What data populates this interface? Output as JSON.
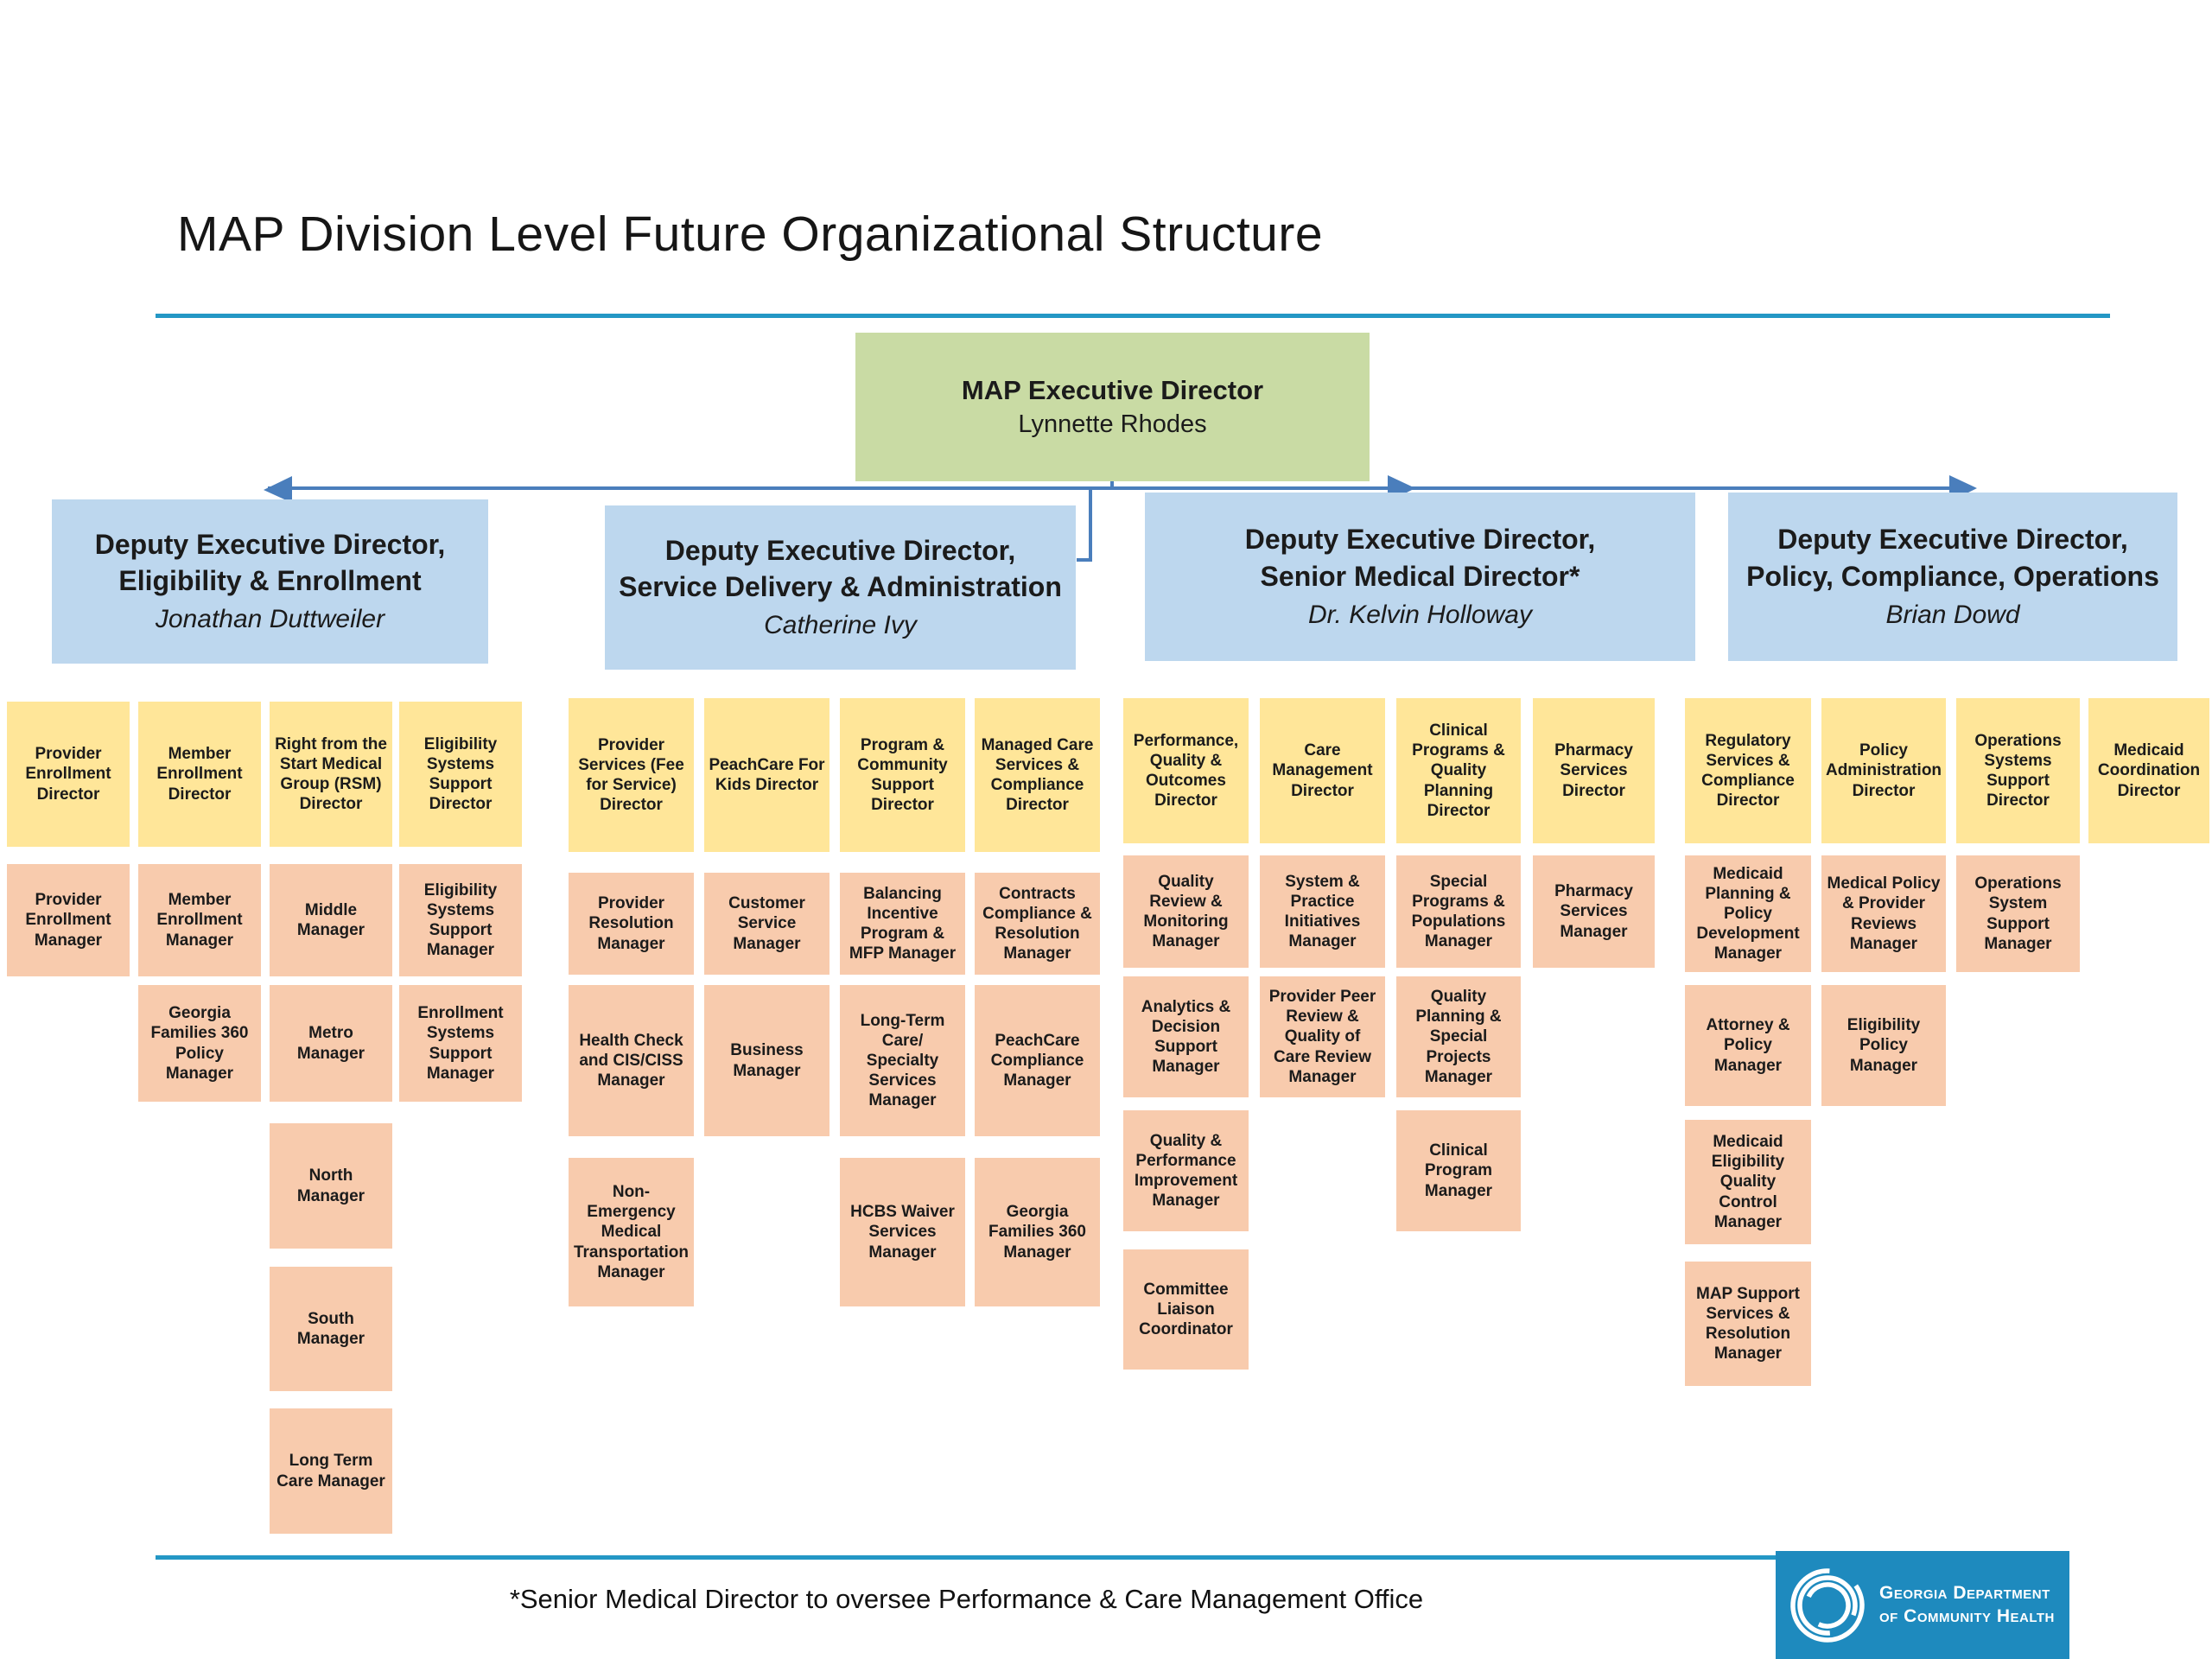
{
  "page": {
    "title": "MAP Division Level Future Organizational Structure",
    "footnote": "*Senior Medical Director to oversee Performance & Care Management Office"
  },
  "executive": {
    "role": "MAP Executive Director",
    "name": "Lynnette Rhodes"
  },
  "divisions": [
    {
      "head": {
        "line1": "Deputy Executive Director,",
        "line2": "Eligibility & Enrollment",
        "name": "Jonathan Duttweiler"
      },
      "boxes": [
        {
          "label": "Provider Enrollment Director"
        },
        {
          "label": "Member Enrollment Director"
        },
        {
          "label": "Right from the Start Medical Group (RSM) Director"
        },
        {
          "label": "Eligibility Systems Support Director"
        },
        {
          "label": "Provider Enrollment Manager"
        },
        {
          "label": "Member Enrollment Manager"
        },
        {
          "label": "Middle Manager"
        },
        {
          "label": "Eligibility Systems Support Manager"
        },
        {
          "label": "Georgia Families 360 Policy Manager"
        },
        {
          "label": "Metro Manager"
        },
        {
          "label": "Enrollment Systems Support Manager"
        },
        {
          "label": "North Manager"
        },
        {
          "label": "South Manager"
        },
        {
          "label": "Long Term Care Manager"
        }
      ]
    },
    {
      "head": {
        "line1": "Deputy Executive Director,",
        "line2": "Service Delivery & Administration",
        "name": "Catherine Ivy"
      },
      "boxes": [
        {
          "label": "Provider Services (Fee for Service) Director"
        },
        {
          "label": "PeachCare For Kids Director"
        },
        {
          "label": "Program & Community Support Director"
        },
        {
          "label": "Managed Care Services & Compliance Director"
        },
        {
          "label": "Provider Resolution Manager"
        },
        {
          "label": "Customer Service Manager"
        },
        {
          "label": "Balancing Incentive Program & MFP Manager"
        },
        {
          "label": "Contracts Compliance & Resolution Manager"
        },
        {
          "label": "Health Check and CIS/CISS Manager"
        },
        {
          "label": "Business Manager"
        },
        {
          "label": "Long-Term Care/ Specialty Services Manager"
        },
        {
          "label": "PeachCare Compliance Manager"
        },
        {
          "label": "Non-Emergency Medical Transportation Manager"
        },
        {
          "label": "HCBS Waiver Services Manager"
        },
        {
          "label": "Georgia Families 360 Manager"
        }
      ]
    },
    {
      "head": {
        "line1": "Deputy Executive Director,",
        "line2": "Senior Medical Director*",
        "name": "Dr. Kelvin Holloway"
      },
      "boxes": [
        {
          "label": "Performance, Quality & Outcomes Director"
        },
        {
          "label": "Care Management Director"
        },
        {
          "label": "Clinical Programs & Quality Planning Director"
        },
        {
          "label": "Pharmacy Services Director"
        },
        {
          "label": "Quality Review & Monitoring Manager"
        },
        {
          "label": "System & Practice Initiatives Manager"
        },
        {
          "label": "Special Programs & Populations Manager"
        },
        {
          "label": "Pharmacy Services Manager"
        },
        {
          "label": "Analytics & Decision Support Manager"
        },
        {
          "label": "Provider Peer Review & Quality of Care Review Manager"
        },
        {
          "label": "Quality Planning & Special Projects Manager"
        },
        {
          "label": "Quality & Performance Improvement Manager"
        },
        {
          "label": "Clinical Program Manager"
        },
        {
          "label": "Committee Liaison Coordinator"
        }
      ]
    },
    {
      "head": {
        "line1": "Deputy Executive Director,",
        "line2": "Policy, Compliance, Operations",
        "name": "Brian Dowd"
      },
      "boxes": [
        {
          "label": "Regulatory Services & Compliance Director"
        },
        {
          "label": "Policy Administration Director"
        },
        {
          "label": "Operations Systems Support Director"
        },
        {
          "label": "Medicaid Coordination Director"
        },
        {
          "label": "Medicaid Planning & Policy Development Manager"
        },
        {
          "label": "Medical Policy & Provider Reviews Manager"
        },
        {
          "label": "Operations System Support Manager"
        },
        {
          "label": "Attorney & Policy Manager"
        },
        {
          "label": "Eligibility Policy Manager"
        },
        {
          "label": "Medicaid Eligibility Quality Control Manager"
        },
        {
          "label": "MAP Support Services & Resolution Manager"
        }
      ]
    }
  ],
  "logo": {
    "line1": "Georgia Department",
    "line2": "of Community Health"
  },
  "colors": {
    "executive_fill": "#c9dba4",
    "deputy_fill": "#bdd7ee",
    "director_fill": "#ffe699",
    "manager_fill": "#f8cbad",
    "connector": "#4a7ebc",
    "rule": "#2497c5",
    "logo_bg": "#1e8abe"
  }
}
